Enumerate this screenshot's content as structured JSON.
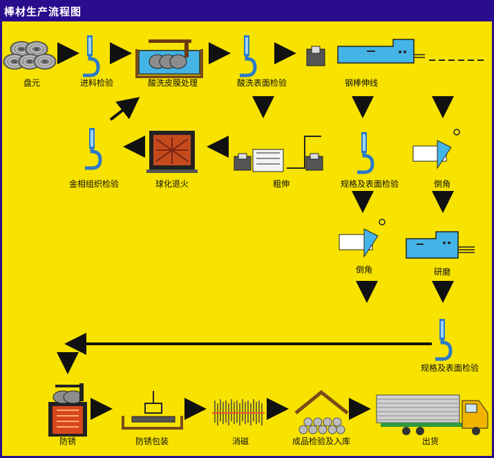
{
  "title": "棒材生产流程图",
  "steps": {
    "coil": "盘元",
    "incoming_inspection": "进料检验",
    "pickling_coating": "酸洗皮膜处理",
    "pickling_surface_inspection": "酸洗表面检验",
    "bar_drawing_line": "钢棒伸线",
    "metallographic_inspection": "金相组织检验",
    "spheroidizing_annealing": "球化退火",
    "rough_drawing": "粗伸",
    "spec_surface_inspection_1": "规格及表面检验",
    "chamfer_1": "倒角",
    "chamfer_2": "倒角",
    "grinding": "研磨",
    "spec_surface_inspection_2": "规格及表面检验",
    "rust_prevention": "防锈",
    "rust_packaging": "防锈包装",
    "demagnetize": "消磁",
    "final_inspection_storage": "成品检验及入库",
    "shipment": "出货"
  },
  "colors": {
    "background": "#f7e200",
    "frame": "#2a0d8c",
    "machine_blue": "#44b4e6",
    "furnace_red": "#d8461e",
    "arrow": "#111111"
  }
}
